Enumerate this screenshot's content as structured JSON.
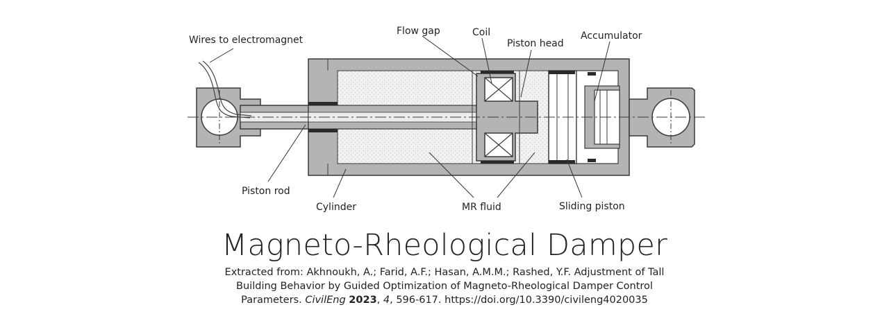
{
  "diagram": {
    "labels": {
      "wires": "Wires to electromagnet",
      "flow_gap": "Flow gap",
      "coil": "Coil",
      "piston_head": "Piston head",
      "accumulator": "Accumulator",
      "piston_rod": "Piston rod",
      "cylinder": "Cylinder",
      "mr_fluid": "MR fluid",
      "sliding_piston": "Sliding piston"
    }
  },
  "title": "Magneto-Rheological Damper",
  "citation": {
    "line1": "Extracted from: Akhnoukh, A.; Farid, A.F.; Hasan, A.M.M.; Rashed, Y.F. Adjustment of Tall",
    "line2": "Building Behavior by Guided Optimization of Magneto-Rheological Damper Control",
    "line3_pre": "Parameters. ",
    "journal": "CivilEng",
    "year": "2023",
    "sep1": ", ",
    "volume": "4",
    "line3_post": ", 596-617. https://doi.org/10.3390/civileng4020035"
  },
  "colors": {
    "metal": "#b4b4b4",
    "fluid": "#f1f1f1",
    "outline": "#3a3a3a",
    "text": "#222222"
  }
}
